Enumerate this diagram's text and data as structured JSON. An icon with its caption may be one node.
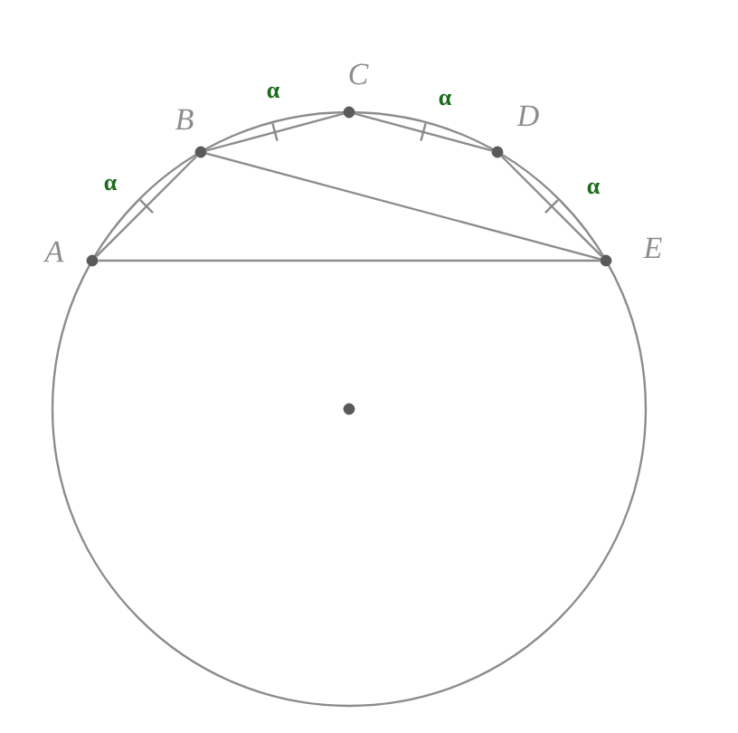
{
  "diagram": {
    "nodes": [
      {
        "text": [],
        "shape": "circle",
        "beside": [
          "A"
        ]
      },
      {
        "text": [],
        "shape": "circle",
        "beside": [
          "B"
        ]
      },
      {
        "text": [],
        "shape": "circle",
        "beside": [
          "C"
        ]
      },
      {
        "text": [],
        "shape": "circle",
        "beside": [
          "D"
        ]
      },
      {
        "text": [],
        "shape": "circle",
        "beside": [
          "E"
        ]
      },
      {
        "text": [],
        "shape": "circle"
      }
    ],
    "edges": [
      {
        "from": 0,
        "to": 1,
        "arrow": "none",
        "label": "α"
      },
      {
        "from": 1,
        "to": 2,
        "arrow": "none",
        "label": "α"
      },
      {
        "from": 2,
        "to": 3,
        "arrow": "none",
        "label": "α"
      },
      {
        "from": 3,
        "to": 4,
        "arrow": "none",
        "label": "α"
      },
      {
        "from": 0,
        "to": 4,
        "arrow": "none"
      },
      {
        "from": 1,
        "to": 4,
        "arrow": "none"
      }
    ]
  }
}
